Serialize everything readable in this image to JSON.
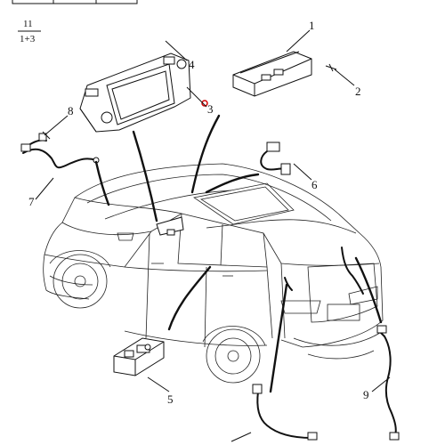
{
  "header_fraction": {
    "top": "11",
    "bottom": "1+3"
  },
  "callouts": [
    {
      "id": "c1",
      "text": "1"
    },
    {
      "id": "c2",
      "text": "2"
    },
    {
      "id": "c3",
      "text": "3"
    },
    {
      "id": "c4",
      "text": "4"
    },
    {
      "id": "c5",
      "text": "5"
    },
    {
      "id": "c6",
      "text": "6"
    },
    {
      "id": "c7",
      "text": "7"
    },
    {
      "id": "c8",
      "text": "8"
    },
    {
      "id": "c9",
      "text": "9"
    }
  ],
  "colors": {
    "ink": "#111111",
    "marker": "#d40000"
  }
}
